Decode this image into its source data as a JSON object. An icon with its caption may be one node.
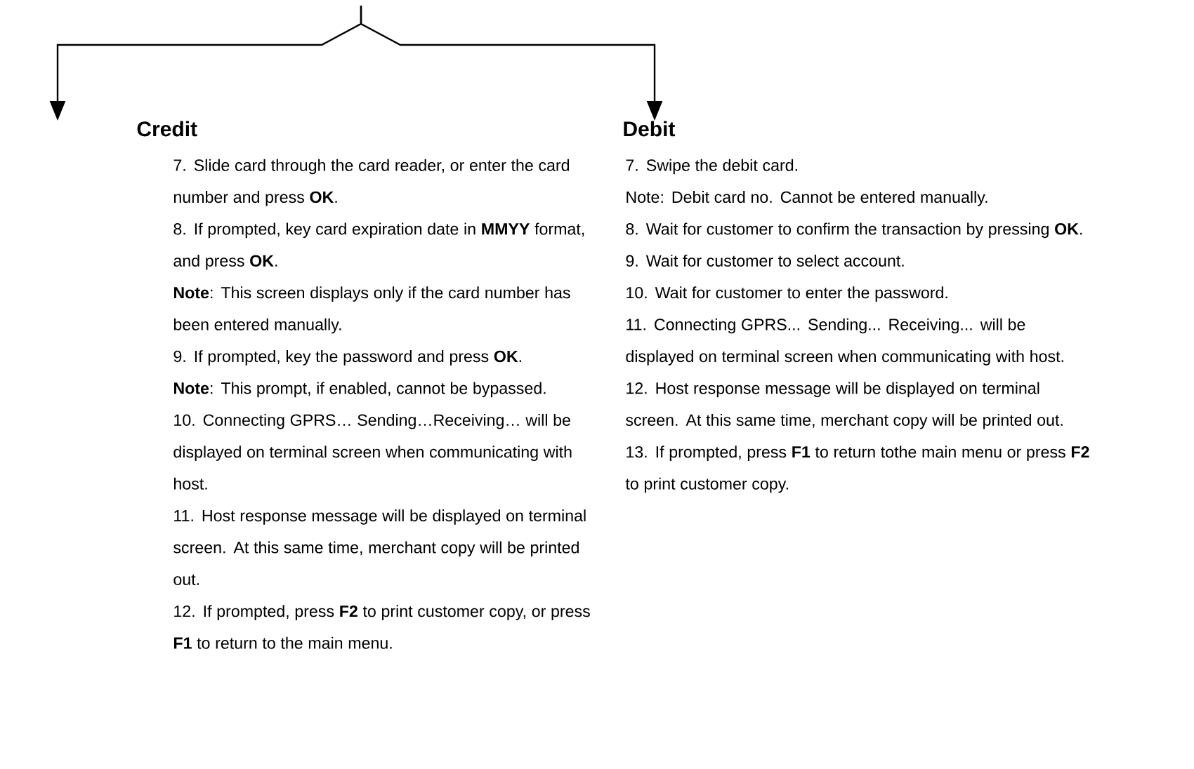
{
  "diagram": {
    "nodes": [
      {
        "text": [
          "Credit",
          "7. Slide card through the card reader, or enter the card number and press **OK**.",
          "8. If prompted, key card expiration date in **MMYY** format, and press **OK**.",
          "**Note**: This screen displays only if the card number has been entered manually.",
          "9. If prompted, key the password and press **OK**.",
          "**Note**: This prompt, if enabled, cannot be bypassed.",
          "10. Connecting GPRS… Sending…Receiving… will be displayed on terminal screen when communicating with host.",
          "11. Host response message will be displayed on terminal screen. At this same time, merchant copy will be printed out.",
          "12. If prompted, press **F2** to print customer copy, or press **F1** to return to the main menu."
        ]
      },
      {
        "text": [
          "Debit",
          "7. Swipe the debit card.",
          "Note: Debit card no. Cannot be entered manually.",
          "8. Wait for customer to confirm the transaction by pressing **OK**.",
          "9. Wait for customer to select account.",
          "10. Wait for customer to enter the password.",
          "11. Connecting GPRS... Sending... Receiving... will be displayed on terminal screen when communicating with host.",
          "12. Host response message will be displayed on terminal screen. At this same time, merchant copy will be printed out.",
          "13. If prompted, press **F1** to return tothe main menu or press **F2** to print customer copy."
        ]
      }
    ],
    "edges": [
      {
        "from": null,
        "to": 0,
        "arrow": "to"
      },
      {
        "from": null,
        "to": 1,
        "arrow": "to"
      }
    ]
  }
}
